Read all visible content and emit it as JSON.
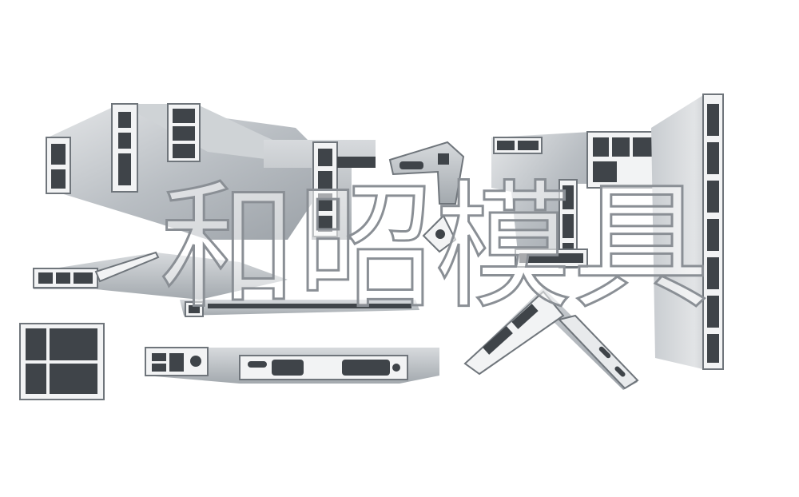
{
  "watermark": {
    "characters": [
      "和",
      "昭",
      "模",
      "具"
    ],
    "fill_color": "#ffffff",
    "outline_color": "#8a8f95"
  },
  "colors": {
    "background": "#ffffff",
    "aluminum_light": "#d9dcdf",
    "aluminum_mid": "#b7bcc1",
    "aluminum_dark": "#8d9399",
    "cavity": "#3f4449",
    "cross_section_face": "#f2f3f4"
  }
}
